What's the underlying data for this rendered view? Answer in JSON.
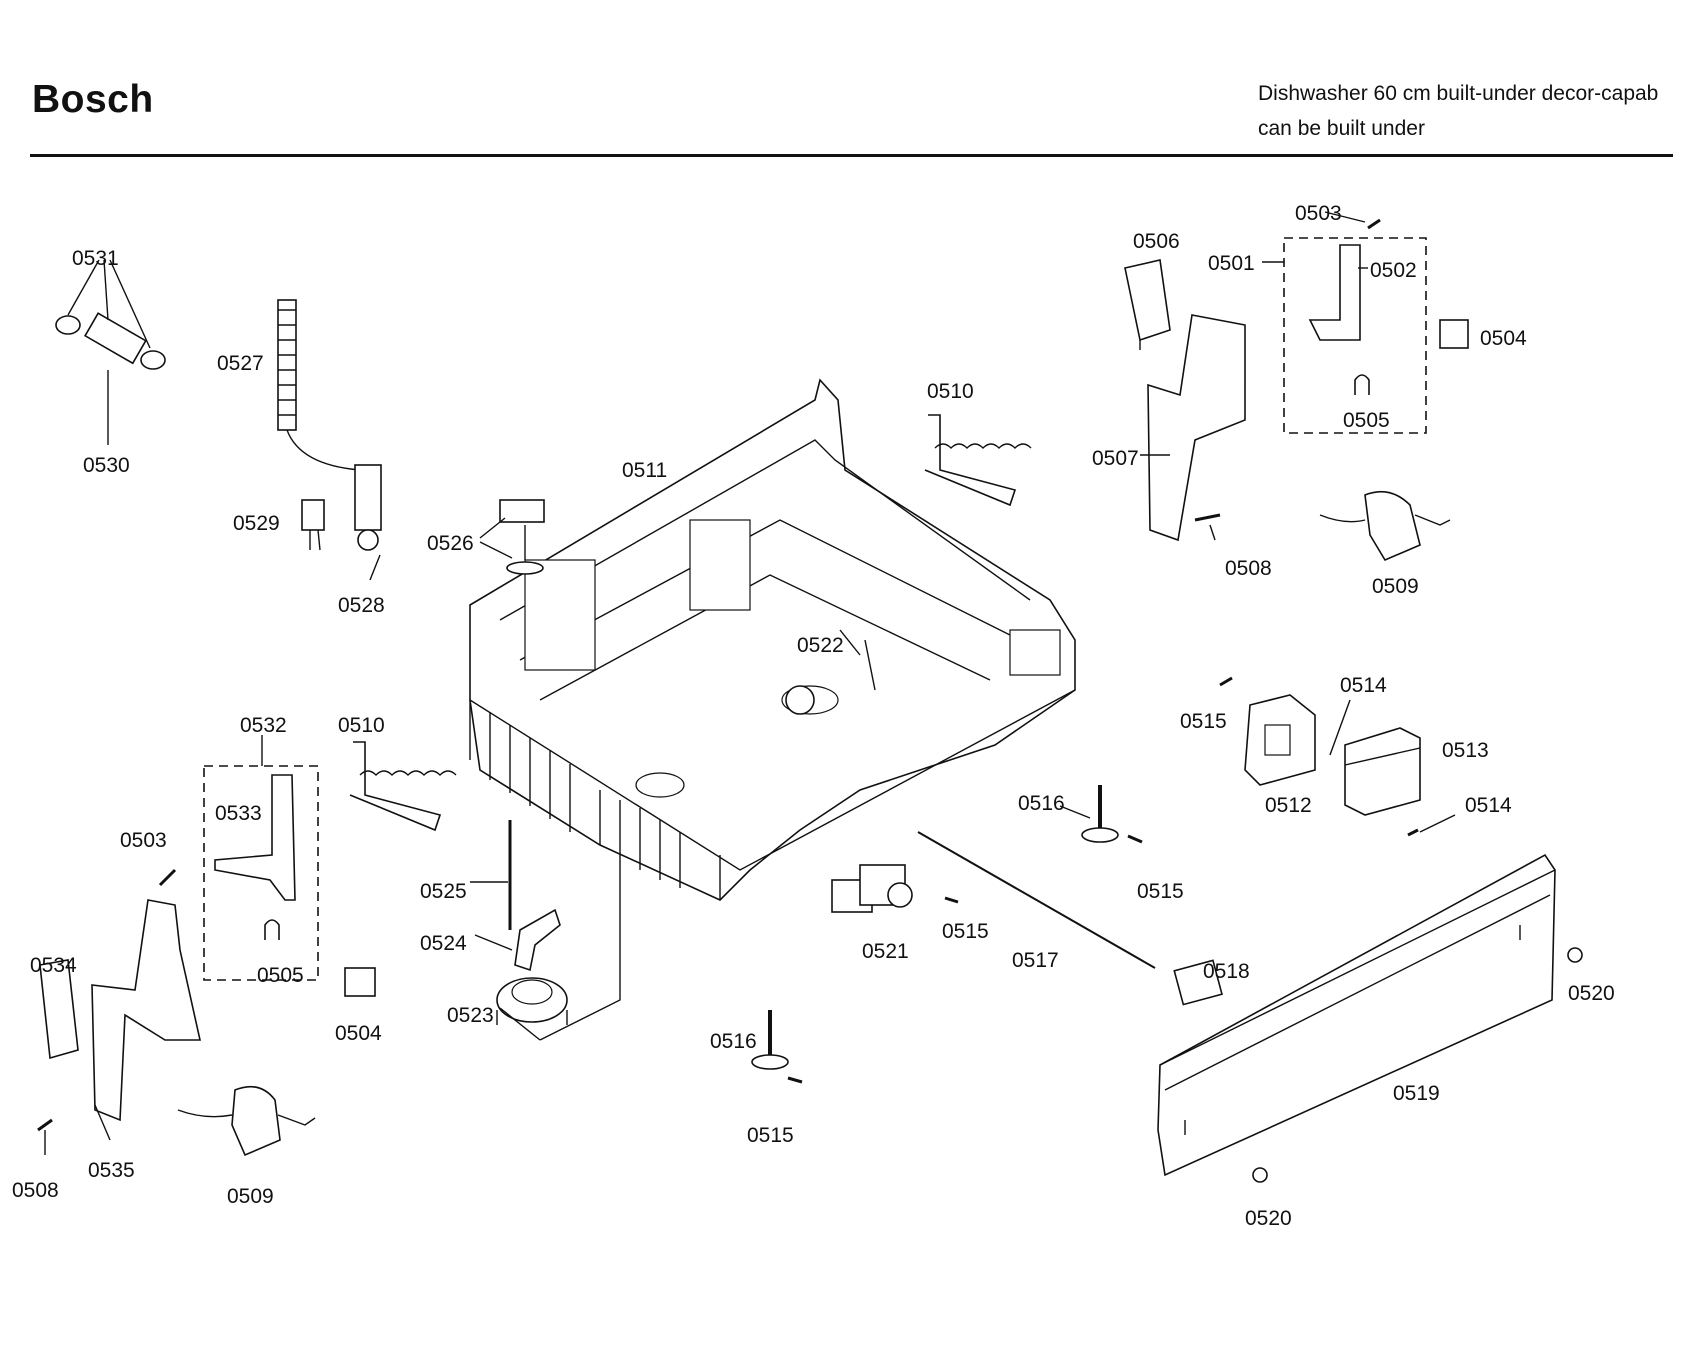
{
  "header": {
    "brand": "Bosch",
    "subtitle_line1": "Dishwasher 60 cm built-under decor-capab",
    "subtitle_line2": "can be built under"
  },
  "diagram": {
    "labels": {
      "p0501": "0501",
      "p0502": "0502",
      "p0503a": "0503",
      "p0503b": "0503",
      "p0504a": "0504",
      "p0504b": "0504",
      "p0505a": "0505",
      "p0505b": "0505",
      "p0506": "0506",
      "p0507": "0507",
      "p0508a": "0508",
      "p0508b": "0508",
      "p0509a": "0509",
      "p0509b": "0509",
      "p0510a": "0510",
      "p0510b": "0510",
      "p0511": "0511",
      "p0512": "0512",
      "p0513": "0513",
      "p0514a": "0514",
      "p0514b": "0514",
      "p0515a": "0515",
      "p0515b": "0515",
      "p0515c": "0515",
      "p0515d": "0515",
      "p0516a": "0516",
      "p0516b": "0516",
      "p0517": "0517",
      "p0518": "0518",
      "p0519": "0519",
      "p0520a": "0520",
      "p0520b": "0520",
      "p0521": "0521",
      "p0522": "0522",
      "p0523": "0523",
      "p0524": "0524",
      "p0525": "0525",
      "p0526": "0526",
      "p0527": "0527",
      "p0528": "0528",
      "p0529": "0529",
      "p0530": "0530",
      "p0531": "0531",
      "p0532": "0532",
      "p0533": "0533",
      "p0534": "0534",
      "p0535": "0535"
    }
  }
}
